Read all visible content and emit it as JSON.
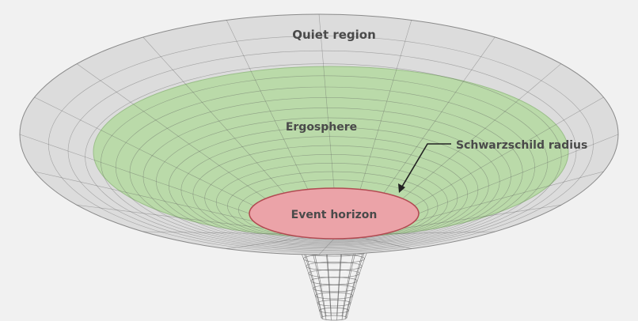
{
  "labels": {
    "quiet_region": "Quiet region",
    "ergosphere": "Ergosphere",
    "schwarzschild_radius": "Schwarzschild radius",
    "event_horizon": "Event horizon"
  },
  "colors": {
    "background": "#f1f1f1",
    "quiet_region_fill": "#dcdcdc",
    "ergosphere_fill": "#b6d9a3",
    "event_horizon_fill": "#eba3a8",
    "event_horizon_stroke": "#b24a52",
    "grid_line": "#5b5b5b",
    "label_text": "#4a4a4a"
  }
}
